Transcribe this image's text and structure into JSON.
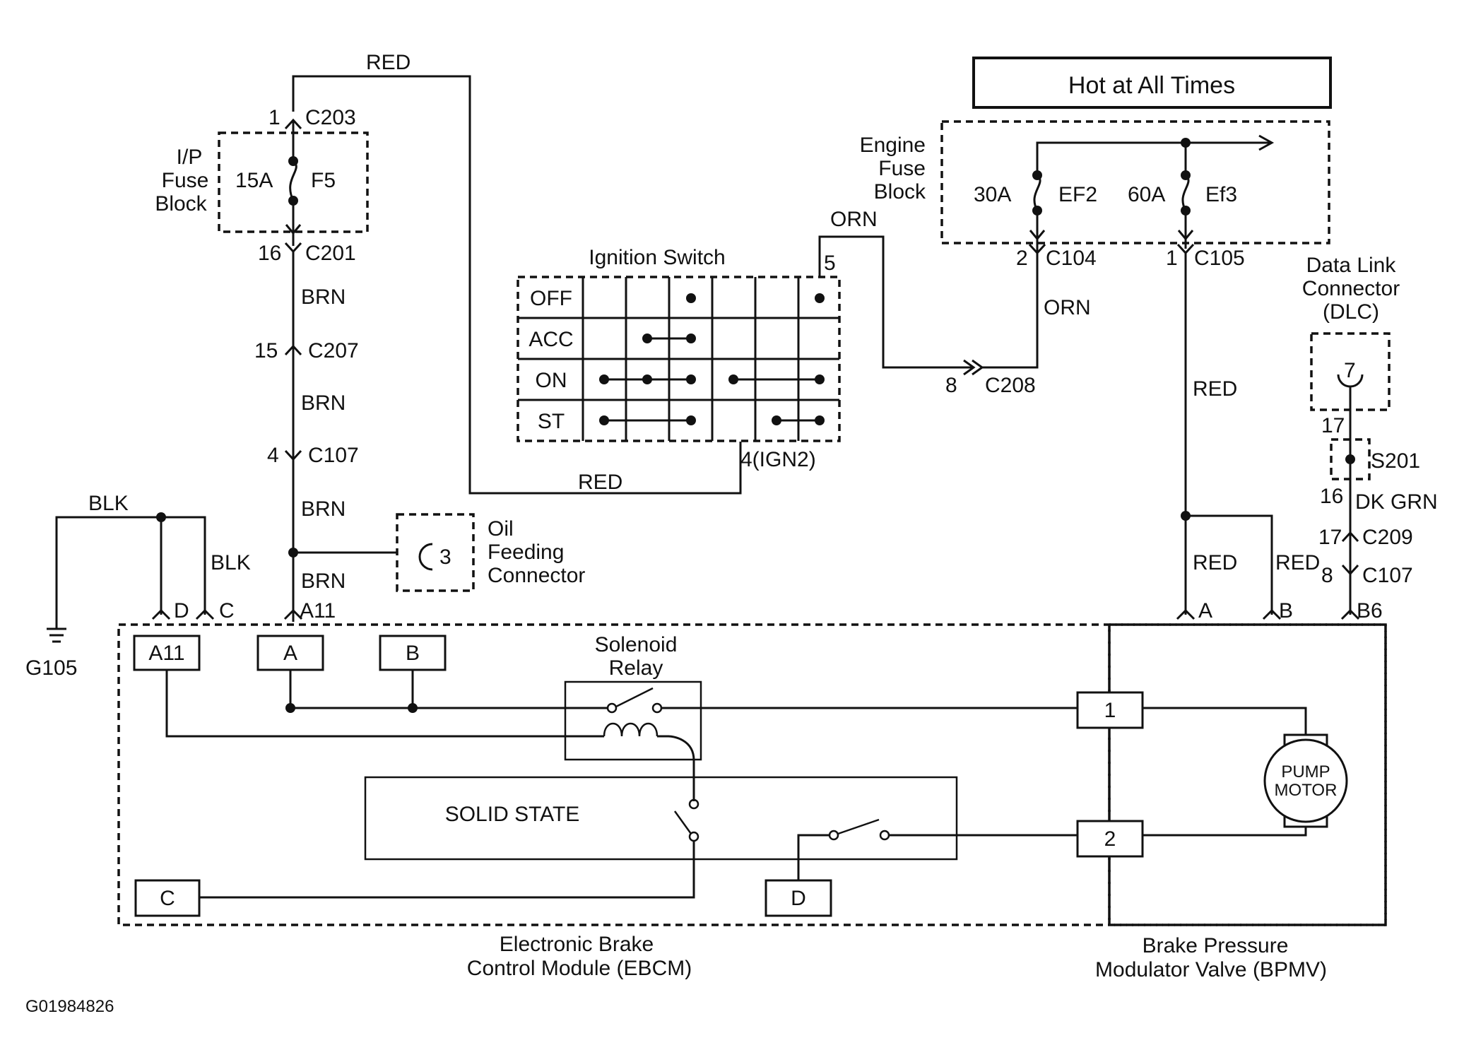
{
  "header": {
    "hot_at_all_times": "Hot at All Times"
  },
  "fuse_blocks": {
    "ip": {
      "label_lines": [
        "I/P",
        "Fuse",
        "Block"
      ],
      "amp": "15A",
      "fuse": "F5"
    },
    "engine": {
      "label_lines": [
        "Engine",
        "Fuse",
        "Block"
      ],
      "fuses": [
        {
          "amp": "30A",
          "name": "EF2"
        },
        {
          "amp": "60A",
          "name": "Ef3"
        }
      ]
    }
  },
  "connectors": {
    "c203": {
      "pin": "1",
      "name": "C203"
    },
    "c201": {
      "pin": "16",
      "name": "C201"
    },
    "c207": {
      "pin": "15",
      "name": "C207"
    },
    "c107_left": {
      "pin": "4",
      "name": "C107"
    },
    "c104": {
      "pin": "2",
      "name": "C104"
    },
    "c105": {
      "pin": "1",
      "name": "C105"
    },
    "c208": {
      "pin": "8",
      "name": "C208"
    },
    "c209": {
      "pin": "17",
      "name": "C209"
    },
    "c107_right": {
      "pin": "8",
      "name": "C107"
    },
    "s201": {
      "pin_top": "17",
      "name": "S201",
      "pin_bottom": "16"
    }
  },
  "wires": {
    "red_top": "RED",
    "brn1": "BRN",
    "brn2": "BRN",
    "brn3": "BRN",
    "brn4": "BRN",
    "blk1": "BLK",
    "blk2": "BLK",
    "orn_top": "ORN",
    "orn_right": "ORN",
    "red_ign": "RED",
    "red_c105": "RED",
    "red_a": "RED",
    "red_b": "RED",
    "dk_grn": "DK GRN"
  },
  "ignition_switch": {
    "title": "Ignition Switch",
    "rows": [
      "OFF",
      "ACC",
      "ON",
      "ST"
    ],
    "terminal_5": "5",
    "terminal_4": "4(IGN2)"
  },
  "dlc": {
    "label_lines": [
      "Data Link",
      "Connector",
      "(DLC)"
    ],
    "pin": "7"
  },
  "oil_connector": {
    "label_lines": [
      "Oil",
      "Feeding",
      "Connector"
    ],
    "pin": "3"
  },
  "ground": {
    "name": "G105"
  },
  "terminal_labels": {
    "d": "D",
    "c": "C",
    "a11": "A11",
    "a": "A",
    "b": "B",
    "b6": "B6"
  },
  "ebcm": {
    "pins": {
      "a11": "A11",
      "a": "A",
      "b": "B",
      "c": "C",
      "d": "D"
    },
    "solenoid_relay_lines": [
      "Solenoid",
      "Relay"
    ],
    "solid_state": "SOLID STATE",
    "label_lines": [
      "Electronic Brake",
      "Control Module (EBCM)"
    ]
  },
  "bpmv": {
    "pins": {
      "p1": "1",
      "p2": "2"
    },
    "pump_motor_lines": [
      "PUMP",
      "MOTOR"
    ],
    "label_lines": [
      "Brake Pressure",
      "Modulator Valve (BPMV)"
    ]
  },
  "figure_id": "G01984826"
}
